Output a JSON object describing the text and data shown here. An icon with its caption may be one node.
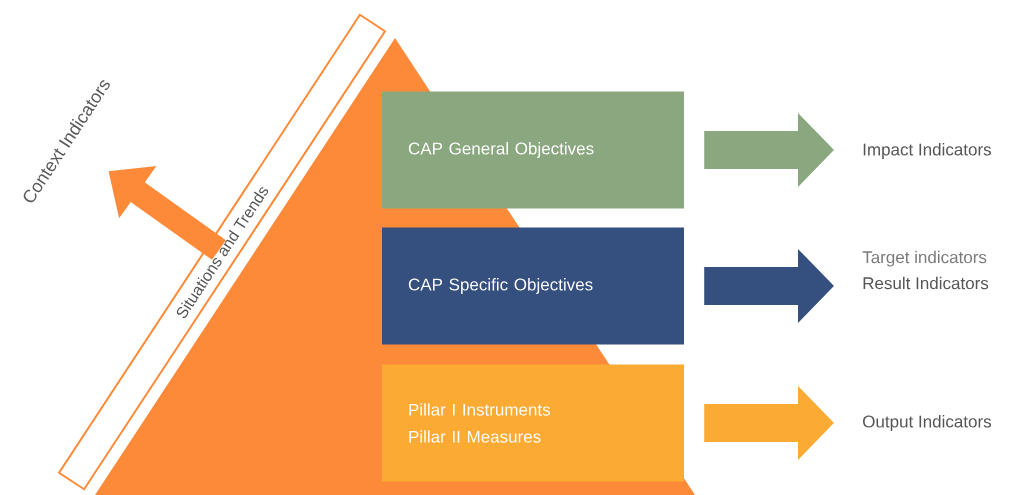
{
  "diagram": {
    "nodes": [
      {
        "text": [
          "Situations and Trends"
        ]
      },
      {
        "text": [
          "Context Indicators"
        ]
      },
      {
        "text": [
          "CAP General Objectives"
        ]
      },
      {
        "text": [
          "CAP Specific Objectives"
        ]
      },
      {
        "text": [
          "Pillar I Instruments",
          "Pillar II Measures"
        ]
      },
      {
        "text": [
          "Impact Indicators"
        ]
      },
      {
        "text": [
          "Target indicators",
          "Result Indicators"
        ]
      },
      {
        "text": [
          "Output Indicators"
        ]
      }
    ],
    "edges": [
      {
        "from": 0,
        "to": 1,
        "arrow": "to",
        "color": "#fd8a38"
      },
      {
        "from": 2,
        "to": 5,
        "arrow": "to",
        "color": "#8ba780"
      },
      {
        "from": 3,
        "to": 6,
        "arrow": "to",
        "color": "#354f7f"
      },
      {
        "from": 4,
        "to": 7,
        "arrow": "to",
        "color": "#fbaa33"
      }
    ]
  }
}
